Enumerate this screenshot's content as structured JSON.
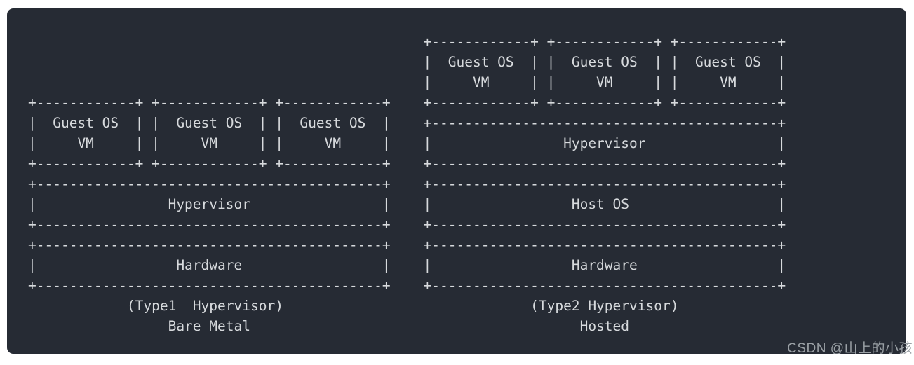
{
  "colors": {
    "page_background": "#ffffff",
    "panel_background": "#262b34",
    "code_text": "#d7dadd",
    "watermark": "#9aa0a5"
  },
  "code_panel": {
    "ascii_lines": [
      "                                                +------------+ +------------+ +------------+",
      "                                                |  Guest OS  | |  Guest OS  | |  Guest OS  |",
      "                                                |     VM     | |     VM     | |     VM     |",
      "+------------+ +------------+ +------------+    +------------+ +------------+ +------------+",
      "|  Guest OS  | |  Guest OS  | |  Guest OS  |    +------------------------------------------+",
      "|     VM     | |     VM     | |     VM     |    |                Hypervisor                |",
      "+------------+ +------------+ +------------+    +------------------------------------------+",
      "+------------------------------------------+    +------------------------------------------+",
      "|                Hypervisor                |    |                 Host OS                  |",
      "+------------------------------------------+    +------------------------------------------+",
      "+------------------------------------------+    +------------------------------------------+",
      "|                 Hardware                 |    |                 Hardware                 |",
      "+------------------------------------------+    +------------------------------------------+",
      "            (Type1  Hypervisor)                              (Type2 Hypervisor)",
      "                 Bare Metal                                        Hosted"
    ]
  },
  "diagrams": {
    "left": {
      "vm_boxes": [
        "Guest OS VM",
        "Guest OS VM",
        "Guest OS VM"
      ],
      "layers": [
        "Hypervisor",
        "Hardware"
      ],
      "caption": "(Type1  Hypervisor)",
      "subcaption": "Bare Metal"
    },
    "right": {
      "vm_boxes": [
        "Guest OS VM",
        "Guest OS VM",
        "Guest OS VM"
      ],
      "layers": [
        "Hypervisor",
        "Host OS",
        "Hardware"
      ],
      "caption": "(Type2 Hypervisor)",
      "subcaption": "Hosted"
    }
  },
  "watermark": {
    "text": "CSDN @山上的小孩"
  }
}
